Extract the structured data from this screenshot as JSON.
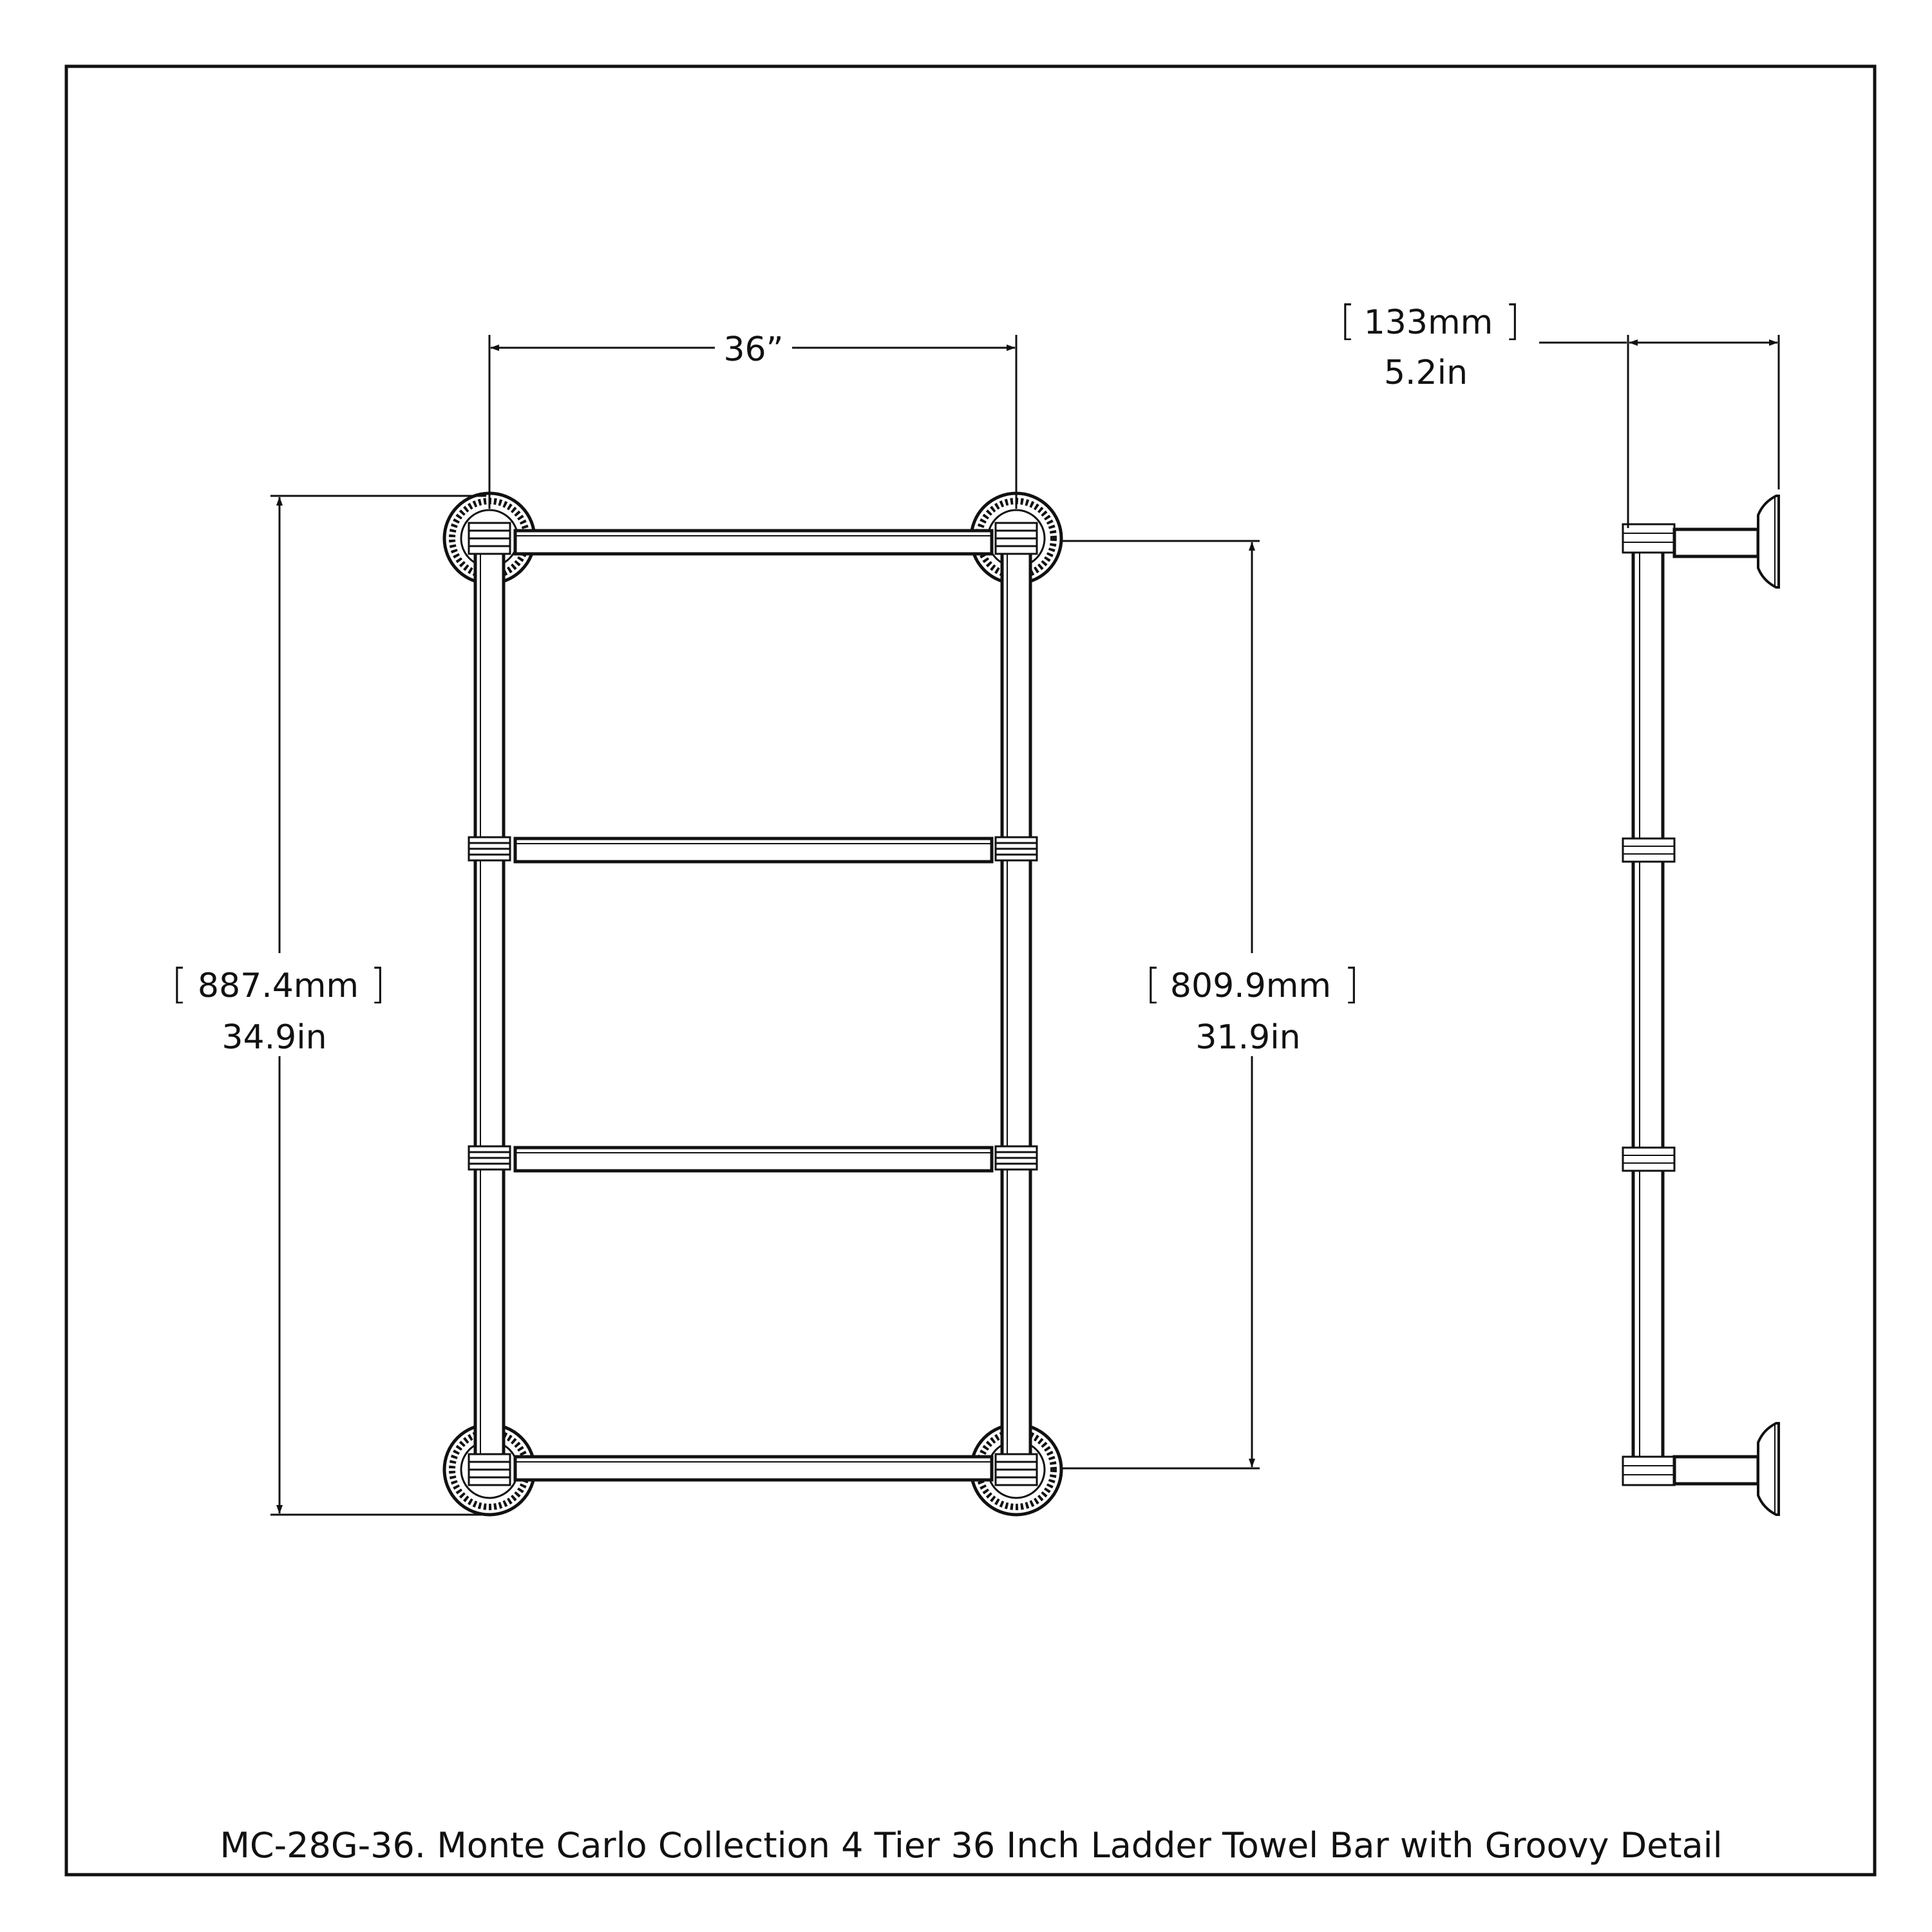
{
  "drawing": {
    "caption": "MC-28G-36. Monte Carlo Collection 4 Tier 36 Inch Ladder Towel Bar with Groovy Detail",
    "dimensions": {
      "width": {
        "label": "36”"
      },
      "overall_height": {
        "mm": "887.4mm",
        "in": "34.9in"
      },
      "bar_span": {
        "mm": "809.9mm",
        "in": "31.9in"
      },
      "projection": {
        "mm": "133mm",
        "in": "5.2in"
      }
    },
    "bracket_open": "[",
    "bracket_close": "]",
    "tiers": 4
  }
}
